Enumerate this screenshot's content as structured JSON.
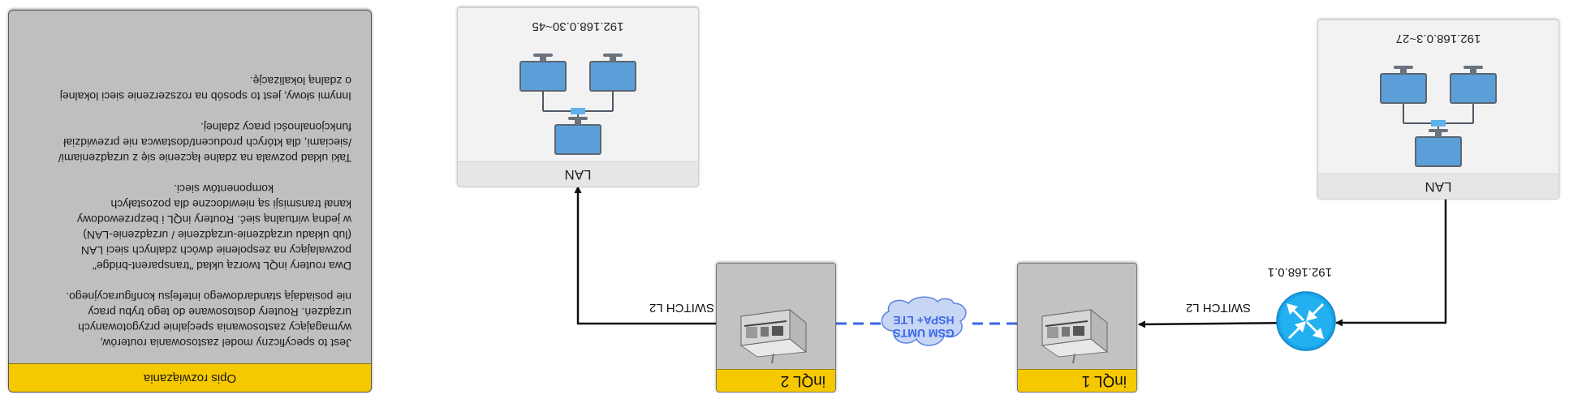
{
  "panel": {
    "title": "Opis rozwiązania",
    "paragraphs": [
      [
        "Jest to specyficzny model zastosowania routerów,",
        "wymagający zastosowania specjalnie przygotowanych",
        "urządzeń. Routery dostosowane do tego trybu pracy",
        "nie posiadają standardowego intefejsu konfiguracyjnego."
      ],
      [
        "Dwa routery inQL tworzą układ \"transparent-bridge\"",
        "pozwalający na zespolenie dwóch zdalnych sieci LAN",
        "(lub układu urządzenie-urządzenie / urządzenie-LAN)",
        "w jedną wirtualną sieć. Routery inQL i bezprzewodowy",
        "kanał transmisji są niewidoczne dla pozostałych",
        "komponentów sieci."
      ],
      [
        "Taki układ pozwala na zdalne łączenie się z urządzeniami/",
        "/sieciami, dla których producent/dostawca nie przewidział",
        "funkcjonalności pracy zdalnej."
      ],
      [
        "Innymi słowy, jest to sposób na rozszerzenie sieci lokalnej",
        "o zdalną lokalizację."
      ]
    ]
  },
  "lan_left": {
    "label": "LAN",
    "range": "192.168.0.3~27"
  },
  "lan_right": {
    "label": "LAN",
    "range": "192.168.0.30~45"
  },
  "router_1": {
    "label": "inQL 1"
  },
  "router_2": {
    "label": "inQL 2"
  },
  "gateway": {
    "ip": "192.168.0.1"
  },
  "links": {
    "switch_left": "SWITCH L2",
    "switch_right": "SWITCH L2"
  },
  "cloud": {
    "line1": "GSM UMTS",
    "line2": "HSPA+ LTE"
  },
  "colors": {
    "accent": "#f6c800",
    "link_dashed": "#3b66e8",
    "cloud_fill": "#c8d6f6",
    "gateway": "#1aa3e8"
  }
}
